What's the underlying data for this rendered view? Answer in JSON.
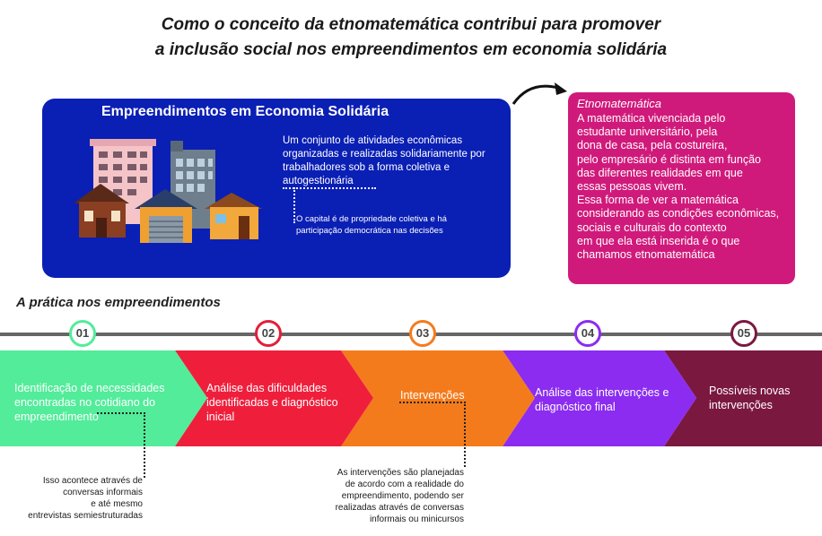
{
  "title": {
    "line1": "Como o conceito da etnomatemática contribui para promover",
    "line2": "a inclusão social nos empreendimentos em economia solidária"
  },
  "ees": {
    "heading": "Empreendimentos em Economia Solidária",
    "description": "Um conjunto de atividades econômicas organizadas e realizadas solidariamente por trabalhadores sob a forma coletiva e autogestionária",
    "note": "O capital é de propriedade coletiva e há participação democrática nas decisões",
    "color": "#0a1fb4"
  },
  "etno": {
    "heading": "Etnomatemática",
    "lines": [
      "A matemática vivenciada pelo",
      "estudante universitário, pela",
      "dona de casa, pela costureira,",
      "pelo empresário é distinta em função",
      "das diferentes realidades em que",
      "essas pessoas vivem.",
      "Essa forma de ver a matemática",
      "considerando as condições econômicas,",
      "sociais e culturais do contexto",
      "em que ela está inserida é o que",
      "chamamos etnomatemática"
    ],
    "color": "#d01a7b"
  },
  "practice": {
    "heading": "A prática nos empreendimentos",
    "steps": [
      {
        "number": "01",
        "label": "Identificação de necessidades encontradas no cotidiano do empreendimento",
        "color": "#52ec9a",
        "ring": "#52ec9a"
      },
      {
        "number": "02",
        "label": "Análise das dificuldades identificadas e diagnóstico inicial",
        "color": "#ef1f3c",
        "ring": "#e31e3a"
      },
      {
        "number": "03",
        "label": "Intervenções",
        "color": "#f47b1c",
        "ring": "#f47b1c"
      },
      {
        "number": "04",
        "label": "Análise das intervenções e diagnóstico final",
        "color": "#8b2cf0",
        "ring": "#8b2cf0"
      },
      {
        "number": "05",
        "label": "Possíveis novas intervenções",
        "color": "#7b1840",
        "ring": "#7b1840"
      }
    ],
    "note1": [
      "Isso acontece através de",
      "conversas informais",
      "e até mesmo",
      "entrevistas semiestruturadas"
    ],
    "note2": [
      "As intervenções são planejadas",
      "de acordo com a realidade do",
      "empreendimento, podendo ser",
      "realizadas através de conversas",
      "informais ou minicursos"
    ]
  }
}
